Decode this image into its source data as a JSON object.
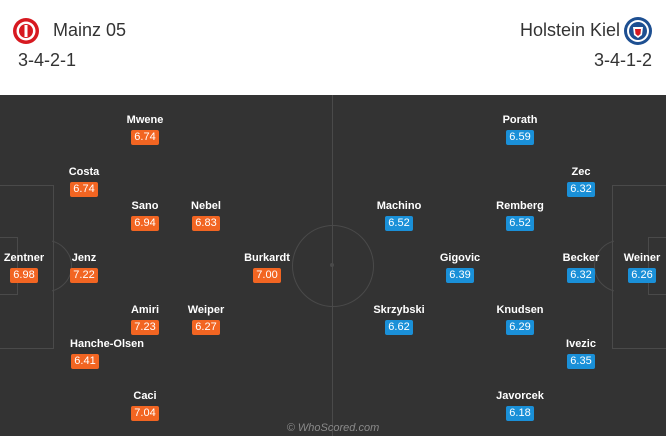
{
  "home": {
    "name": "Mainz 05",
    "formation": "3-4-2-1",
    "crest_icon": "mainz-05-crest-icon",
    "rating_color": "#f26522",
    "players": [
      {
        "name": "Zentner",
        "rating": "6.98"
      },
      {
        "name": "Jenz",
        "rating": "7.22"
      },
      {
        "name": "Costa",
        "rating": "6.74"
      },
      {
        "name": "Hanche-Olsen",
        "rating": "6.41"
      },
      {
        "name": "Mwene",
        "rating": "6.74"
      },
      {
        "name": "Sano",
        "rating": "6.94"
      },
      {
        "name": "Amiri",
        "rating": "7.23"
      },
      {
        "name": "Caci",
        "rating": "7.04"
      },
      {
        "name": "Nebel",
        "rating": "6.83"
      },
      {
        "name": "Weiper",
        "rating": "6.27"
      },
      {
        "name": "Burkardt",
        "rating": "7.00"
      }
    ]
  },
  "away": {
    "name": "Holstein Kiel",
    "formation": "3-4-1-2",
    "crest_icon": "holstein-kiel-crest-icon",
    "rating_color": "#1a90d8",
    "players": [
      {
        "name": "Weiner",
        "rating": "6.26"
      },
      {
        "name": "Becker",
        "rating": "6.32"
      },
      {
        "name": "Zec",
        "rating": "6.32"
      },
      {
        "name": "Ivezic",
        "rating": "6.35"
      },
      {
        "name": "Porath",
        "rating": "6.59"
      },
      {
        "name": "Remberg",
        "rating": "6.52"
      },
      {
        "name": "Knudsen",
        "rating": "6.29"
      },
      {
        "name": "Javorcek",
        "rating": "6.18"
      },
      {
        "name": "Gigovic",
        "rating": "6.39"
      },
      {
        "name": "Machino",
        "rating": "6.52"
      },
      {
        "name": "Skrzybski",
        "rating": "6.62"
      }
    ]
  },
  "watermark": "© WhoScored.com",
  "pitch_color": "#333333",
  "line_color": "#4a4a4a"
}
